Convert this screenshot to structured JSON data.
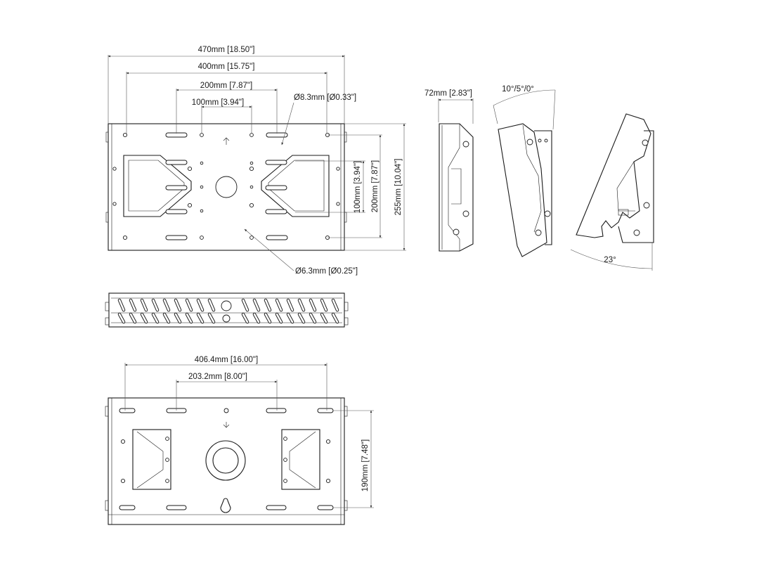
{
  "front_view": {
    "dim_470": "470mm [18.50\"]",
    "dim_400": "400mm [15.75\"]",
    "dim_200h": "200mm [7.87\"]",
    "dim_100h": "100mm [3.94\"]",
    "hole_83": "Ø8.3mm [Ø0.33\"]",
    "hole_63": "Ø6.3mm [Ø0.25\"]",
    "dim_100v": "100mm [3.94\"]",
    "dim_200v": "200mm [7.87\"]",
    "dim_255v": "255mm [10.04\"]"
  },
  "side_views": {
    "dim_72": "72mm [2.83\"]",
    "tilt": "10°/5°/0°",
    "angle": "23°"
  },
  "rear_view": {
    "dim_406": "406.4mm [16.00\"]",
    "dim_203": "203.2mm [8.00\"]",
    "dim_190v": "190mm [7.48\"]"
  }
}
